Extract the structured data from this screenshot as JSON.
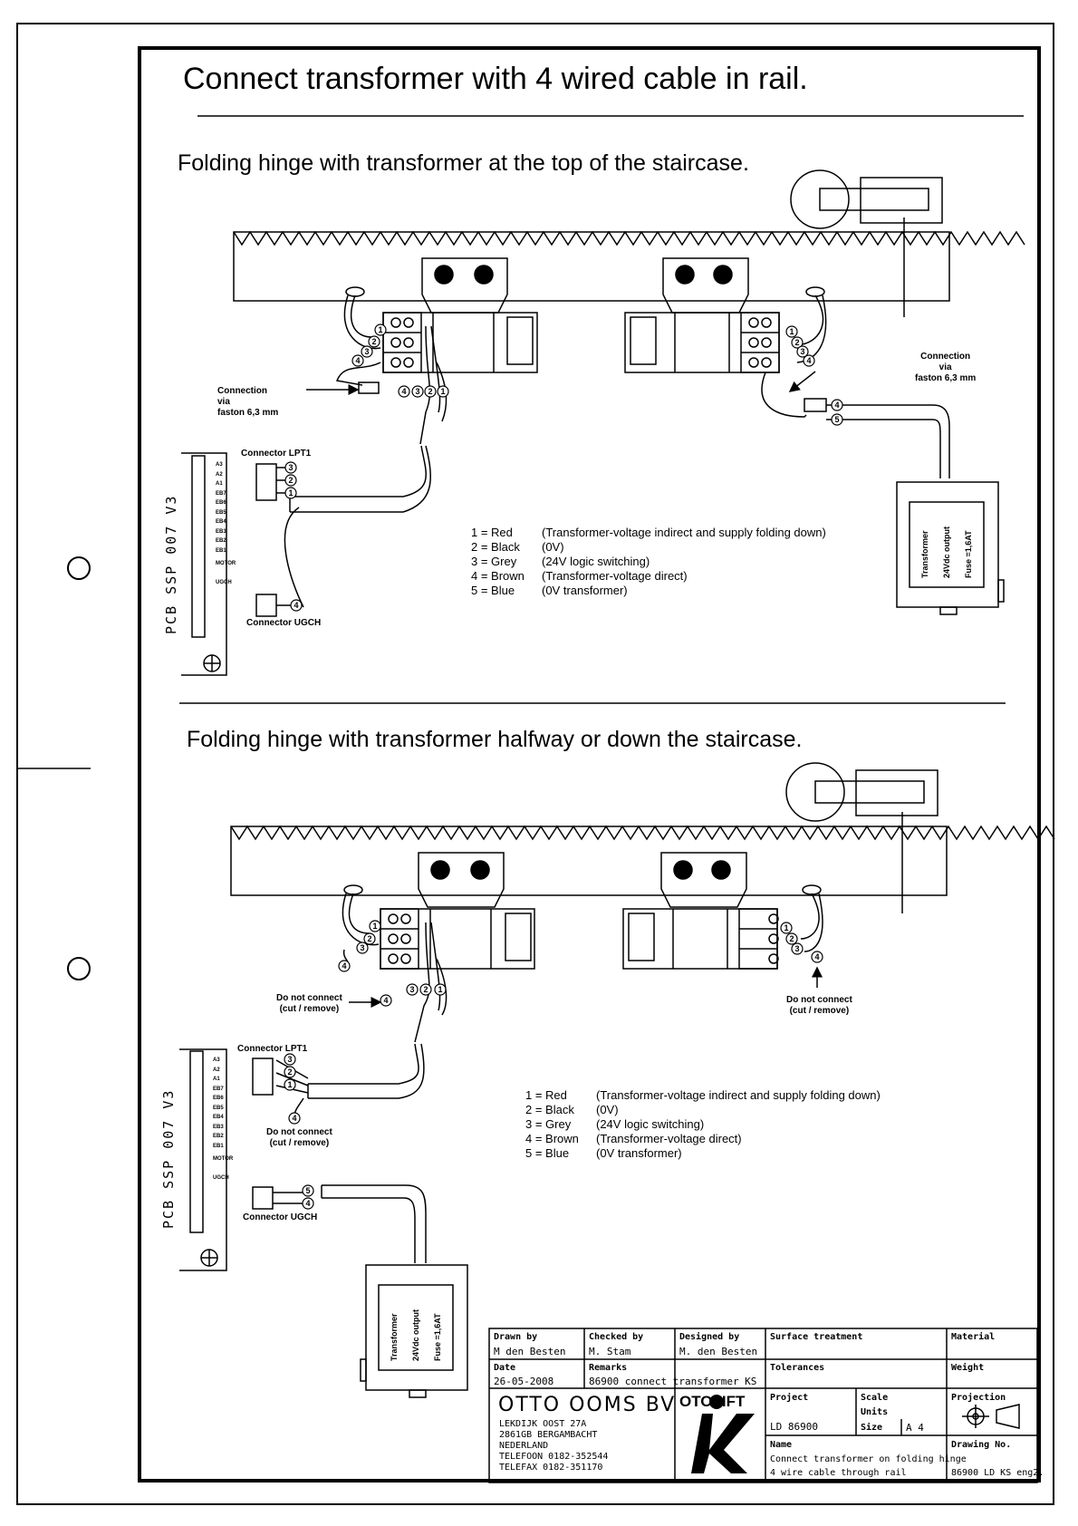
{
  "title": "Connect transformer with 4 wired cable in rail.",
  "section_top": {
    "heading": "Folding hinge with transformer at the top of the staircase.",
    "faston_left": "Connection\nvia\nfaston 6,3 mm",
    "faston_right": "Connection\nvia\nfaston 6,3 mm",
    "connector_lpt1": "Connector LPT1",
    "connector_ugch": "Connector UGCH",
    "pcb_label": "PCB SSP 007 V3",
    "transformer": {
      "name": "Transformer",
      "output": "24Vdc output",
      "fuse": "Fuse =1,6AT"
    },
    "legend": [
      {
        "key": "1 = Red",
        "desc": "(Transformer-voltage indirect and supply folding down)"
      },
      {
        "key": "2 = Black",
        "desc": "(0V)"
      },
      {
        "key": "3 = Grey",
        "desc": "(24V logic switching)"
      },
      {
        "key": "4 = Brown",
        "desc": "(Transformer-voltage direct)"
      },
      {
        "key": "5 = Blue",
        "desc": "(0V transformer)"
      }
    ]
  },
  "section_bottom": {
    "heading": "Folding hinge with transformer halfway or down the staircase.",
    "do_not_connect": "Do not connect\n(cut / remove)",
    "connector_lpt1": "Connector LPT1",
    "connector_ugch": "Connector UGCH",
    "pcb_label": "PCB SSP 007 V3",
    "transformer": {
      "name": "Transformer",
      "output": "24Vdc output",
      "fuse": "Fuse =1,6AT"
    },
    "legend": [
      {
        "key": "1 = Red",
        "desc": "(Transformer-voltage indirect and supply folding down)"
      },
      {
        "key": "2 = Black",
        "desc": "(0V)"
      },
      {
        "key": "3 = Grey",
        "desc": "(24V logic switching)"
      },
      {
        "key": "4 = Brown",
        "desc": "(Transformer-voltage direct)"
      },
      {
        "key": "5 = Blue",
        "desc": "(0V transformer)"
      }
    ]
  },
  "pcb_pins": [
    "A3",
    "A2",
    "A1",
    "EB7",
    "EB6",
    "EB5",
    "EB4",
    "EB3",
    "EB2",
    "EB1",
    "MOTOR",
    "UGCH"
  ],
  "title_block": {
    "drawn_by_label": "Drawn by",
    "drawn_by": "M den Besten",
    "checked_by_label": "Checked by",
    "checked_by": "M. Stam",
    "designed_by_label": "Designed by",
    "designed_by": "M. den Besten",
    "surface_label": "Surface treatment",
    "material_label": "Material",
    "date_label": "Date",
    "date": "26-05-2008",
    "remarks_label": "Remarks",
    "remarks": "86900 connect transformer KS",
    "tolerances_label": "Tolerances",
    "weight_label": "Weight",
    "company": "OTTO OOMS BV",
    "address": [
      "LEKDIJK OOST 27A",
      "2861GB BERGAMBACHT",
      "NEDERLAND",
      "TELEFOON 0182-352544",
      "TELEFAX 0182-351170"
    ],
    "logo": "OTOLIFT",
    "project_label": "Project",
    "project": "LD 86900",
    "scale_label": "Scale",
    "units_label": "Units",
    "size_label": "Size",
    "size": "A 4",
    "projection_label": "Projection",
    "name_label": "Name",
    "name_line1": "Connect transformer on folding hinge",
    "name_line2": "4 wire cable through rail",
    "drawing_no_label": "Drawing No.",
    "drawing_no": "86900 LD KS eng2."
  }
}
